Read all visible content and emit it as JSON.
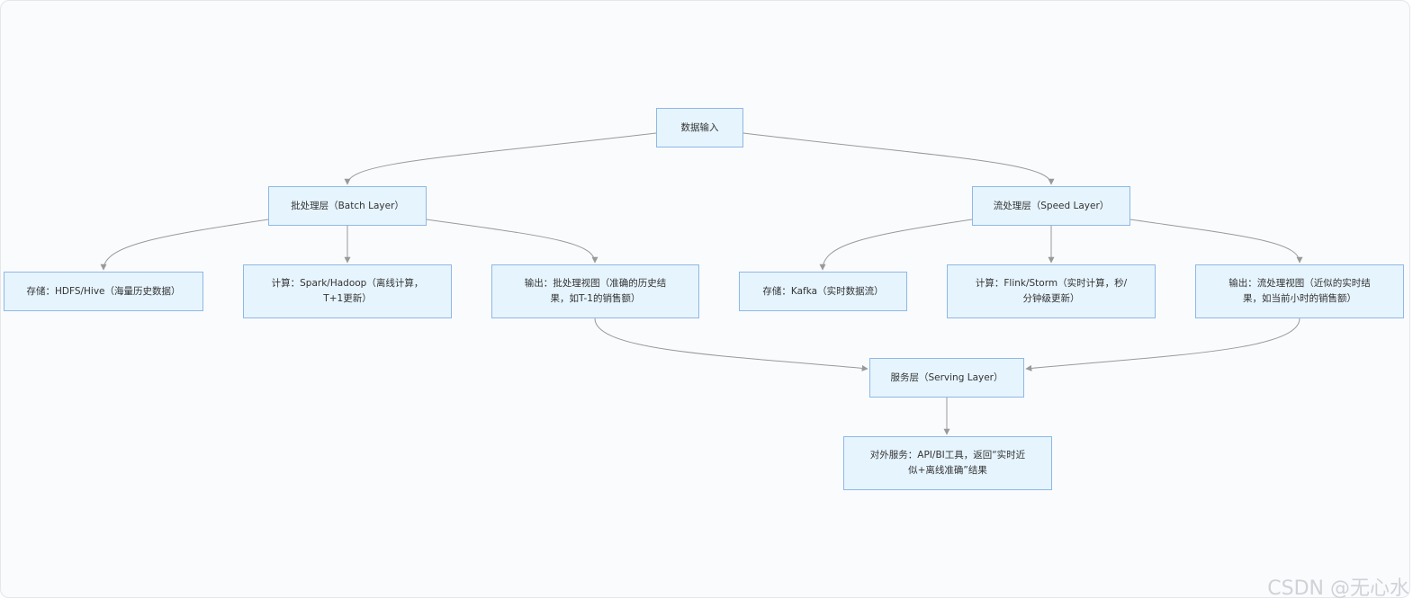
{
  "diagram": {
    "nodes": {
      "input": "数据输入",
      "batch_layer": "批处理层（Batch Layer）",
      "speed_layer": "流处理层（Speed Layer）",
      "batch_storage": "存储：HDFS/Hive（海量历史数据）",
      "batch_compute_line1": "计算：Spark/Hadoop（离线计算，",
      "batch_compute_line2": "T+1更新）",
      "batch_output_line1": "输出：批处理视图（准确的历史结",
      "batch_output_line2": "果，如T-1的销售额）",
      "speed_storage": "存储：Kafka（实时数据流）",
      "speed_compute_line1": "计算：Flink/Storm（实时计算，秒/",
      "speed_compute_line2": "分钟级更新）",
      "speed_output_line1": "输出：流处理视图（近似的实时结",
      "speed_output_line2": "果，如当前小时的销售额）",
      "serving_layer": "服务层（Serving Layer）",
      "external_line1": "对外服务：API/BI工具，返回“实时近",
      "external_line2": "似+离线准确”结果"
    },
    "edges": [
      {
        "from": "input",
        "to": "batch_layer"
      },
      {
        "from": "input",
        "to": "speed_layer"
      },
      {
        "from": "batch_layer",
        "to": "batch_storage"
      },
      {
        "from": "batch_layer",
        "to": "batch_compute"
      },
      {
        "from": "batch_layer",
        "to": "batch_output"
      },
      {
        "from": "speed_layer",
        "to": "speed_storage"
      },
      {
        "from": "speed_layer",
        "to": "speed_compute"
      },
      {
        "from": "speed_layer",
        "to": "speed_output"
      },
      {
        "from": "batch_output",
        "to": "serving_layer"
      },
      {
        "from": "speed_output",
        "to": "serving_layer"
      },
      {
        "from": "serving_layer",
        "to": "external_service"
      }
    ],
    "colors": {
      "node_fill": "#e6f4fd",
      "node_border": "#8fb8e6",
      "edge": "#999999"
    }
  },
  "watermark": "CSDN @无心水"
}
